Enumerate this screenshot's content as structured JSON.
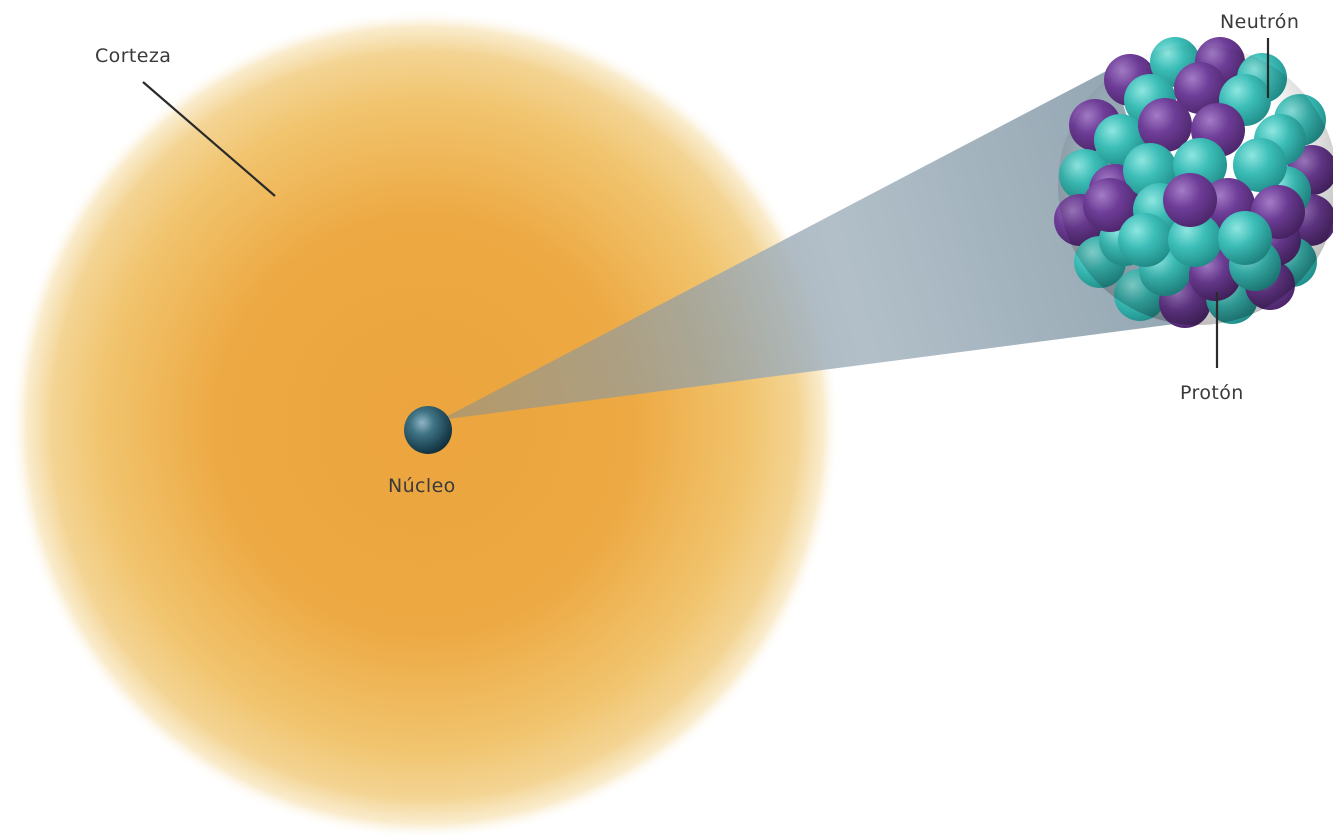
{
  "labels": {
    "crust": "Corteza",
    "nucleus": "Núcleo",
    "neutron": "Neutrón",
    "proton": "Protón"
  },
  "colors": {
    "crust_core": "#ECA640",
    "crust_edge": "#F3D089",
    "nucleus_ball": "#1F4E5F",
    "beam": "#8FA4B2",
    "proton": "#6B3A94",
    "neutron": "#3BBDB8",
    "label_text": "#3A3A3A",
    "leader_line": "#2A2A2A"
  }
}
